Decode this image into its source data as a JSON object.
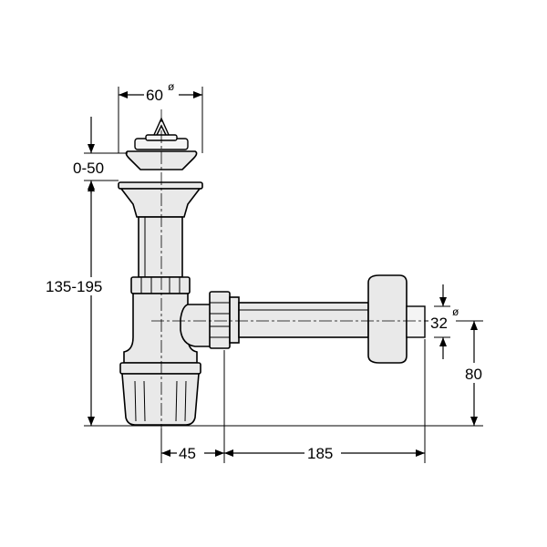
{
  "dimensions": {
    "top_diameter": {
      "value": "60",
      "symbol": "ø"
    },
    "height_adjust": {
      "value": "0-50"
    },
    "total_height": {
      "value": "135-195"
    },
    "outlet_diameter": {
      "value": "32",
      "symbol": "ø"
    },
    "outlet_height": {
      "value": "80"
    },
    "trap_offset": {
      "value": "45"
    },
    "outlet_length": {
      "value": "185"
    }
  }
}
